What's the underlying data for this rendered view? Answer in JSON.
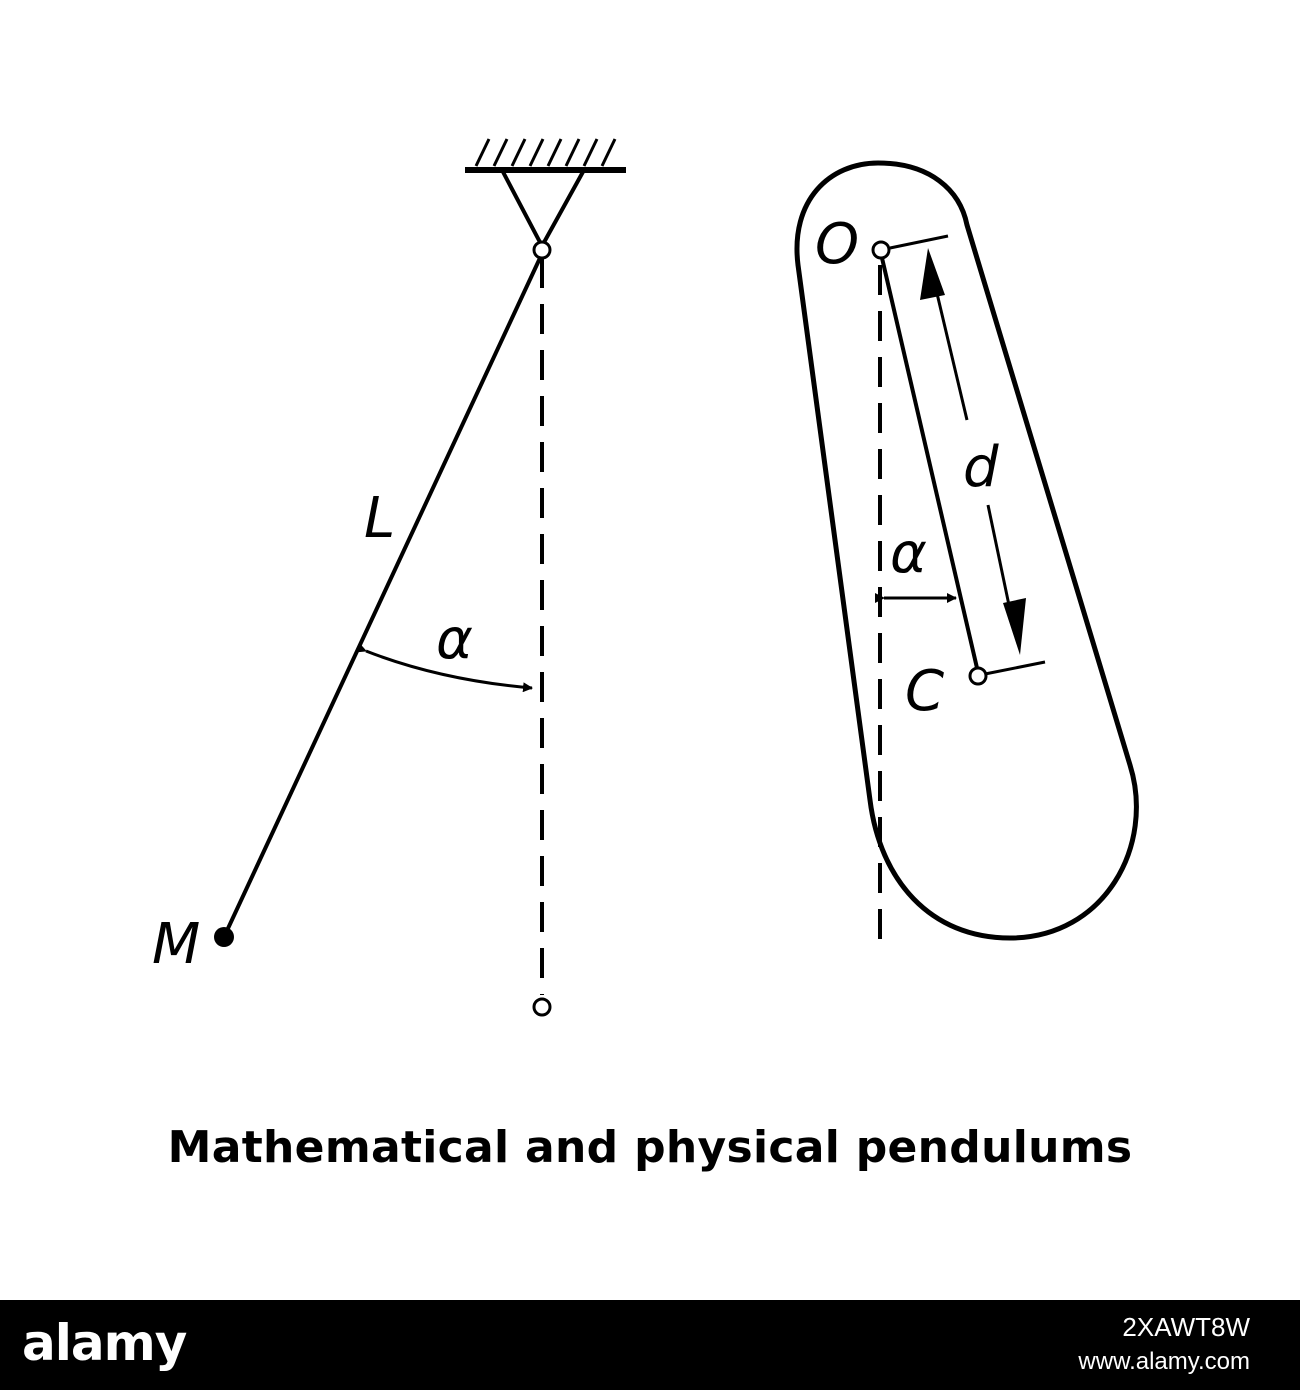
{
  "diagram": {
    "labels": {
      "mass_point": "M",
      "length": "L",
      "angle_math": "α",
      "pivot": "O",
      "distance": "d",
      "angle_phys": "α",
      "center_of_mass": "C"
    },
    "caption": "Mathematical and physical pendulums"
  },
  "footer": {
    "brand": "alamy",
    "image_code": "2XAWT8W",
    "url": "www.alamy.com"
  },
  "colors": {
    "line": "#000000",
    "background": "#ffffff",
    "footer_bg": "#000000",
    "footer_text": "#ffffff"
  }
}
